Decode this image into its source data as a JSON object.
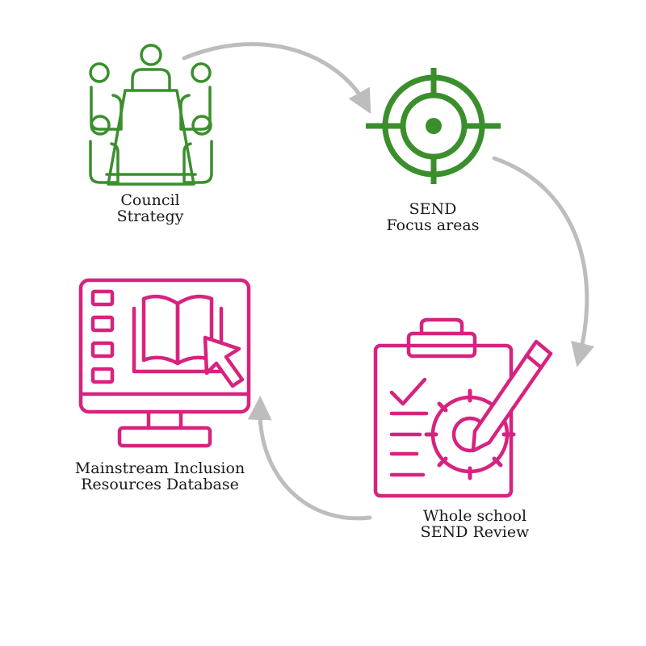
{
  "colors": {
    "green": "#3a8f2c",
    "magenta": "#d6237f",
    "arrow": "#bdbdbd",
    "text": "#1a1a1a"
  },
  "nodes": [
    {
      "id": "council",
      "icon": "meeting-table-icon",
      "line1": "Council",
      "line2": "Strategy"
    },
    {
      "id": "send",
      "icon": "target-icon",
      "line1": "SEND",
      "line2": "Focus areas"
    },
    {
      "id": "review",
      "icon": "clipboard-gear-pencil-icon",
      "line1": "Whole school",
      "line2": "SEND Review"
    },
    {
      "id": "database",
      "icon": "monitor-book-cursor-icon",
      "line1": "Mainstream Inclusion",
      "line2": "Resources Database"
    }
  ],
  "edges": [
    {
      "from": "council",
      "to": "send"
    },
    {
      "from": "send",
      "to": "review"
    },
    {
      "from": "review",
      "to": "database"
    }
  ]
}
